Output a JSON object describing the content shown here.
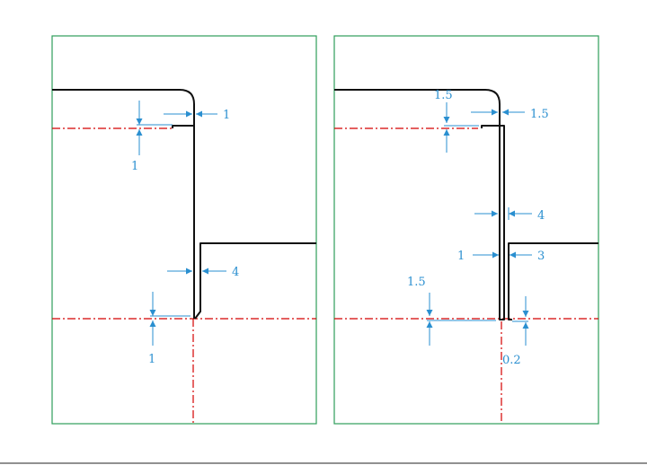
{
  "colors": {
    "frame": "#2e9e5b",
    "profile": "#111111",
    "centerline": "#d40000",
    "dimension": "#2a8fd0"
  },
  "left_panel": {
    "dims": {
      "top_gap": "1",
      "top_right_gap": "1",
      "mid_gap": "4",
      "bottom_gap": "1"
    }
  },
  "right_panel": {
    "dims": {
      "top_gap": "1.5",
      "top_right_gap": "1.5",
      "mid_gap": "4",
      "inner_left": "1",
      "inner_right": "3",
      "bottom_gap": "1.5",
      "bottom_right": "0.2"
    }
  }
}
